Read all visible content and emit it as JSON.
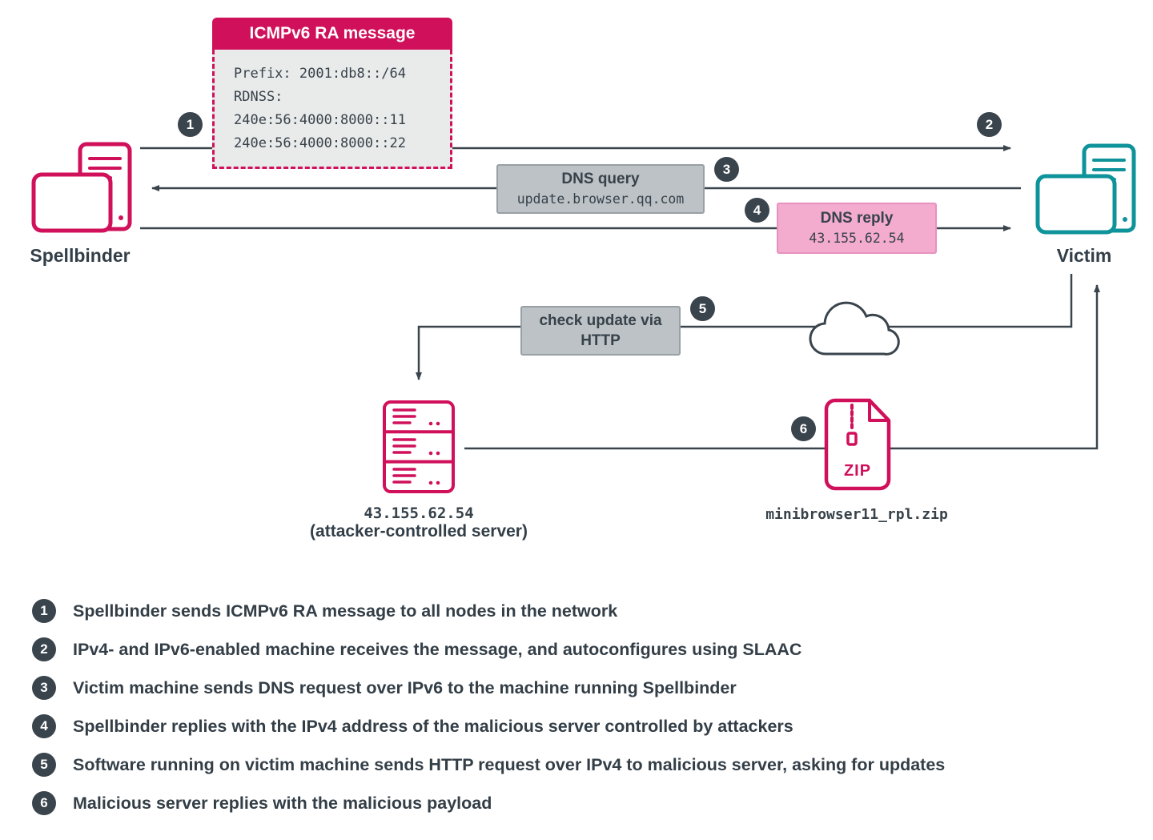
{
  "colors": {
    "brand_pink": "#d0105a",
    "light_pink": "#f3abce",
    "teal": "#0f939b",
    "dark_slate": "#3a444c",
    "box_gray": "#bcc2c5",
    "ra_body_gray": "#e9eaea"
  },
  "ra_box": {
    "title": "ICMPv6 RA message",
    "lines": [
      "Prefix: 2001:db8::/64",
      "RDNSS:",
      "240e:56:4000:8000::11",
      "240e:56:4000:8000::22"
    ]
  },
  "nodes": {
    "spellbinder_label": "Spellbinder",
    "victim_label": "Victim",
    "server_ip": "43.155.62.54",
    "server_caption": "(attacker-controlled server)",
    "zip_filename": "minibrowser11_rpl.zip",
    "zip_icon_text": "ZIP"
  },
  "messages": {
    "dns_query_title": "DNS query",
    "dns_query_value": "update.browser.qq.com",
    "dns_reply_title": "DNS reply",
    "dns_reply_value": "43.155.62.54",
    "http_check_label": "check update via HTTP"
  },
  "flow_badges": [
    "1",
    "2",
    "3",
    "4",
    "5",
    "6"
  ],
  "steps": [
    {
      "num": "1",
      "text": "Spellbinder sends ICMPv6 RA message to all nodes in the network"
    },
    {
      "num": "2",
      "text": "IPv4- and IPv6-enabled machine receives the message, and autoconfigures using SLAAC"
    },
    {
      "num": "3",
      "text": "Victim machine sends DNS request over IPv6 to the machine running Spellbinder"
    },
    {
      "num": "4",
      "text": "Spellbinder replies with the IPv4 address of the malicious server controlled by attackers"
    },
    {
      "num": "5",
      "text": "Software running on victim machine sends HTTP request over IPv4 to malicious server, asking for updates"
    },
    {
      "num": "6",
      "text": "Malicious server replies with the malicious payload"
    }
  ]
}
